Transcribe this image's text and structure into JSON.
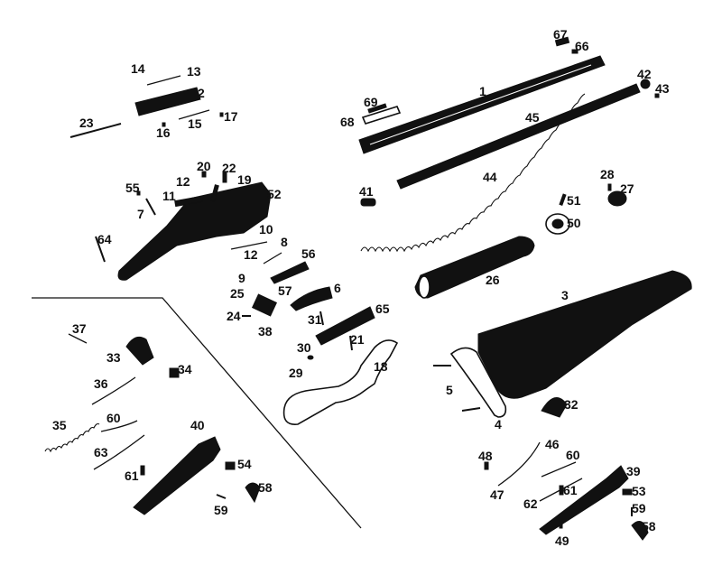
{
  "diagram": {
    "title": "",
    "callouts": [
      {
        "id": "c1",
        "label": "1"
      },
      {
        "id": "c2",
        "label": "2"
      },
      {
        "id": "c3",
        "label": "3"
      },
      {
        "id": "c4",
        "label": "4"
      },
      {
        "id": "c5",
        "label": "5"
      },
      {
        "id": "c6",
        "label": "6"
      },
      {
        "id": "c7",
        "label": "7"
      },
      {
        "id": "c8",
        "label": "8"
      },
      {
        "id": "c9",
        "label": "9"
      },
      {
        "id": "c10",
        "label": "10"
      },
      {
        "id": "c11",
        "label": "11"
      },
      {
        "id": "c12a",
        "label": "12"
      },
      {
        "id": "c12b",
        "label": "12"
      },
      {
        "id": "c13",
        "label": "13"
      },
      {
        "id": "c14",
        "label": "14"
      },
      {
        "id": "c15",
        "label": "15"
      },
      {
        "id": "c16",
        "label": "16"
      },
      {
        "id": "c17",
        "label": "17"
      },
      {
        "id": "c18",
        "label": "18"
      },
      {
        "id": "c19",
        "label": "19"
      },
      {
        "id": "c20",
        "label": "20"
      },
      {
        "id": "c21",
        "label": "21"
      },
      {
        "id": "c22",
        "label": "22"
      },
      {
        "id": "c23",
        "label": "23"
      },
      {
        "id": "c24",
        "label": "24"
      },
      {
        "id": "c25",
        "label": "25"
      },
      {
        "id": "c26",
        "label": "26"
      },
      {
        "id": "c27",
        "label": "27"
      },
      {
        "id": "c28",
        "label": "28"
      },
      {
        "id": "c29",
        "label": "29"
      },
      {
        "id": "c30",
        "label": "30"
      },
      {
        "id": "c31",
        "label": "31"
      },
      {
        "id": "c32",
        "label": "32"
      },
      {
        "id": "c33",
        "label": "33"
      },
      {
        "id": "c34",
        "label": "34"
      },
      {
        "id": "c35",
        "label": "35"
      },
      {
        "id": "c36",
        "label": "36"
      },
      {
        "id": "c37",
        "label": "37"
      },
      {
        "id": "c38",
        "label": "38"
      },
      {
        "id": "c39",
        "label": "39"
      },
      {
        "id": "c40",
        "label": "40"
      },
      {
        "id": "c41",
        "label": "41"
      },
      {
        "id": "c42",
        "label": "42"
      },
      {
        "id": "c43",
        "label": "43"
      },
      {
        "id": "c44",
        "label": "44"
      },
      {
        "id": "c45",
        "label": "45"
      },
      {
        "id": "c46",
        "label": "46"
      },
      {
        "id": "c47",
        "label": "47"
      },
      {
        "id": "c48",
        "label": "48"
      },
      {
        "id": "c49",
        "label": "49"
      },
      {
        "id": "c50",
        "label": "50"
      },
      {
        "id": "c51",
        "label": "51"
      },
      {
        "id": "c52",
        "label": "52"
      },
      {
        "id": "c53",
        "label": "53"
      },
      {
        "id": "c54",
        "label": "54"
      },
      {
        "id": "c55",
        "label": "55"
      },
      {
        "id": "c56",
        "label": "56"
      },
      {
        "id": "c57",
        "label": "57"
      },
      {
        "id": "c58a",
        "label": "58"
      },
      {
        "id": "c58b",
        "label": "58"
      },
      {
        "id": "c59a",
        "label": "59"
      },
      {
        "id": "c59b",
        "label": "59"
      },
      {
        "id": "c60a",
        "label": "60"
      },
      {
        "id": "c60b",
        "label": "60"
      },
      {
        "id": "c61a",
        "label": "61"
      },
      {
        "id": "c61b",
        "label": "61"
      },
      {
        "id": "c62",
        "label": "62"
      },
      {
        "id": "c63",
        "label": "63"
      },
      {
        "id": "c64",
        "label": "64"
      },
      {
        "id": "c65",
        "label": "65"
      },
      {
        "id": "c66",
        "label": "66"
      },
      {
        "id": "c67",
        "label": "67"
      },
      {
        "id": "c68",
        "label": "68"
      },
      {
        "id": "c69",
        "label": "69"
      }
    ]
  }
}
